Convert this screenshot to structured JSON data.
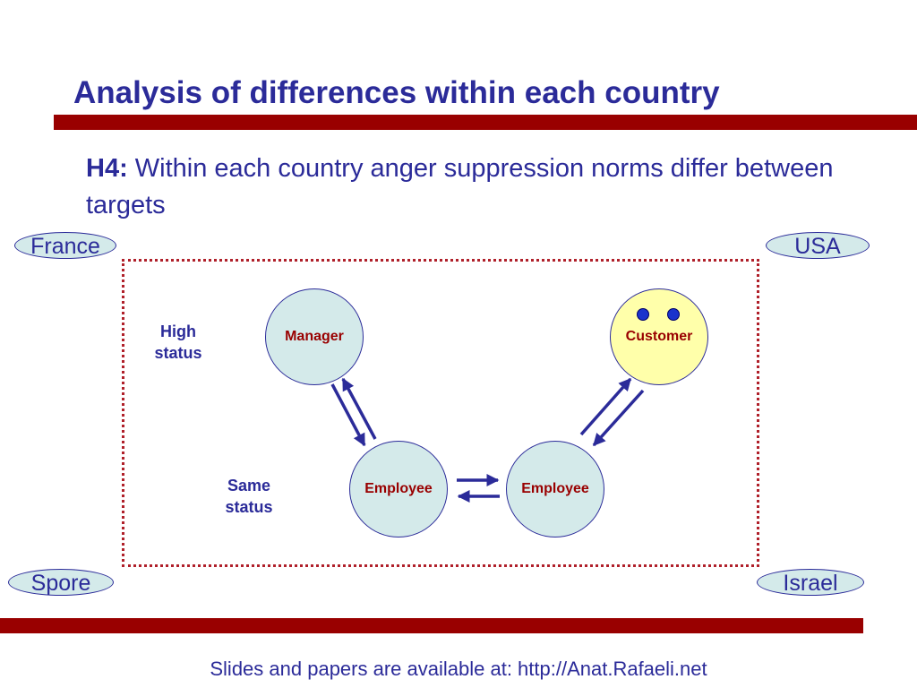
{
  "slide": {
    "title": "Analysis of differences within each country",
    "hypothesis_label": "H4:",
    "hypothesis_text": " Within each country anger suppression norms differ between targets",
    "countries": [
      "France",
      "USA",
      "Spore",
      "Israel"
    ],
    "status_levels": [
      {
        "line1": "High",
        "line2": "status"
      },
      {
        "line1": "Same",
        "line2": "status"
      }
    ],
    "nodes": {
      "manager": "Manager",
      "customer": "Customer",
      "employee_left": "Employee",
      "employee_right": "Employee"
    },
    "footer": "Slides and papers are available at: http://Anat.Rafaeli.net"
  },
  "colors": {
    "title_blue": "#2b2b99",
    "bar_red": "#990000",
    "node_fill": "#d4eaea",
    "customer_fill": "#ffffaa",
    "node_text": "#990000"
  }
}
